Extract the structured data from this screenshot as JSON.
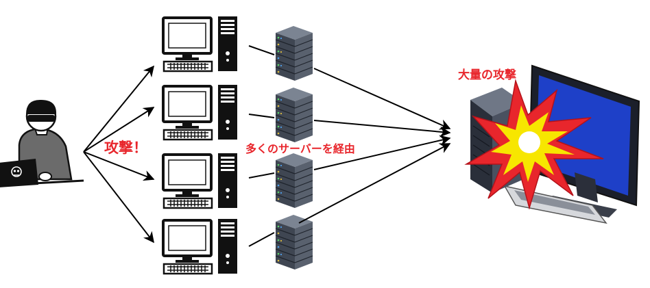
{
  "labels": {
    "attack": "攻撃！",
    "via_servers": "多くのサーバーを経由",
    "massive_attack": "大量の攻撃"
  },
  "icons": {
    "attacker": "hacker-with-laptop-icon",
    "pc": "desktop-computer-icon",
    "server": "server-rack-icon",
    "target": "target-computer-icon",
    "impact": "explosion-icon"
  },
  "colors": {
    "label": "#e8262c",
    "outline": "#000000",
    "server_body": "#4b5563",
    "target_screen": "#1e40c8",
    "explosion_outer": "#e8262c",
    "explosion_inner": "#f7e600"
  },
  "counts": {
    "pcs": 4,
    "servers": 4
  }
}
